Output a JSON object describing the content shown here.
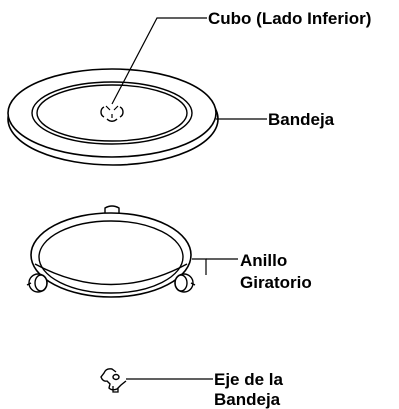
{
  "labels": {
    "hub": "Cubo (Lado Inferior)",
    "tray": "Bandeja",
    "ring_line1": "Anillo",
    "ring_line2": "Giratorio",
    "shaft_line1": "Eje de la",
    "shaft_line2": "Bandeja"
  },
  "colors": {
    "line": "#000000",
    "background": "#ffffff"
  }
}
